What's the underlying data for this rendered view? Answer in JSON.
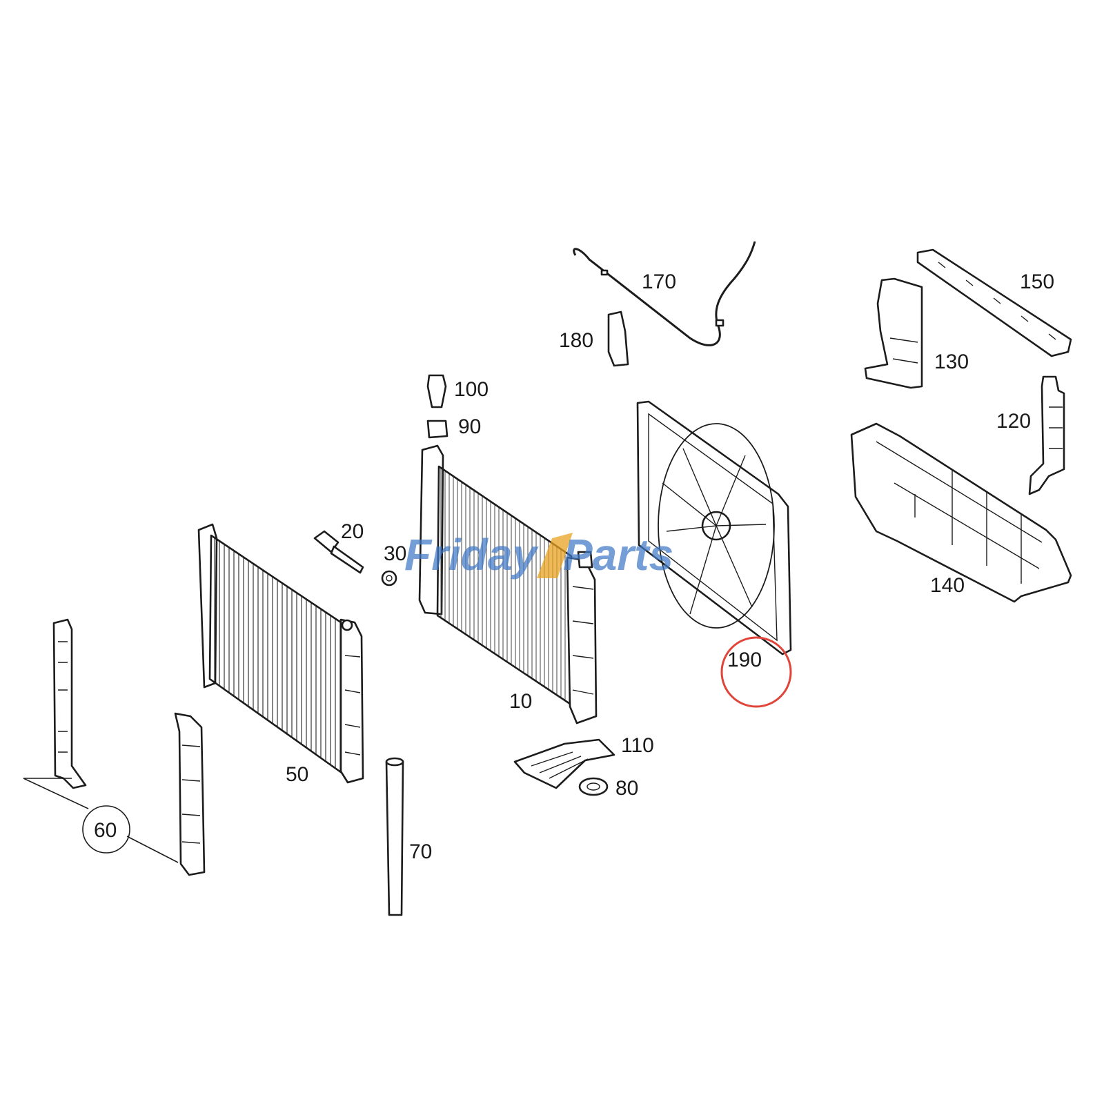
{
  "watermark": {
    "left_text": "Friday",
    "right_text": "Parts",
    "text_color": "#3f79c6",
    "accent_color": "#e8a322"
  },
  "highlight_color": "#e0453a",
  "highlighted_part": "190",
  "callouts": {
    "p10": "10",
    "p20": "20",
    "p30": "30",
    "p50": "50",
    "p60": "60",
    "p70": "70",
    "p80": "80",
    "p90": "90",
    "p100": "100",
    "p110": "110",
    "p120": "120",
    "p130": "130",
    "p140": "140",
    "p150": "150",
    "p170": "170",
    "p180": "180",
    "p190": "190"
  }
}
